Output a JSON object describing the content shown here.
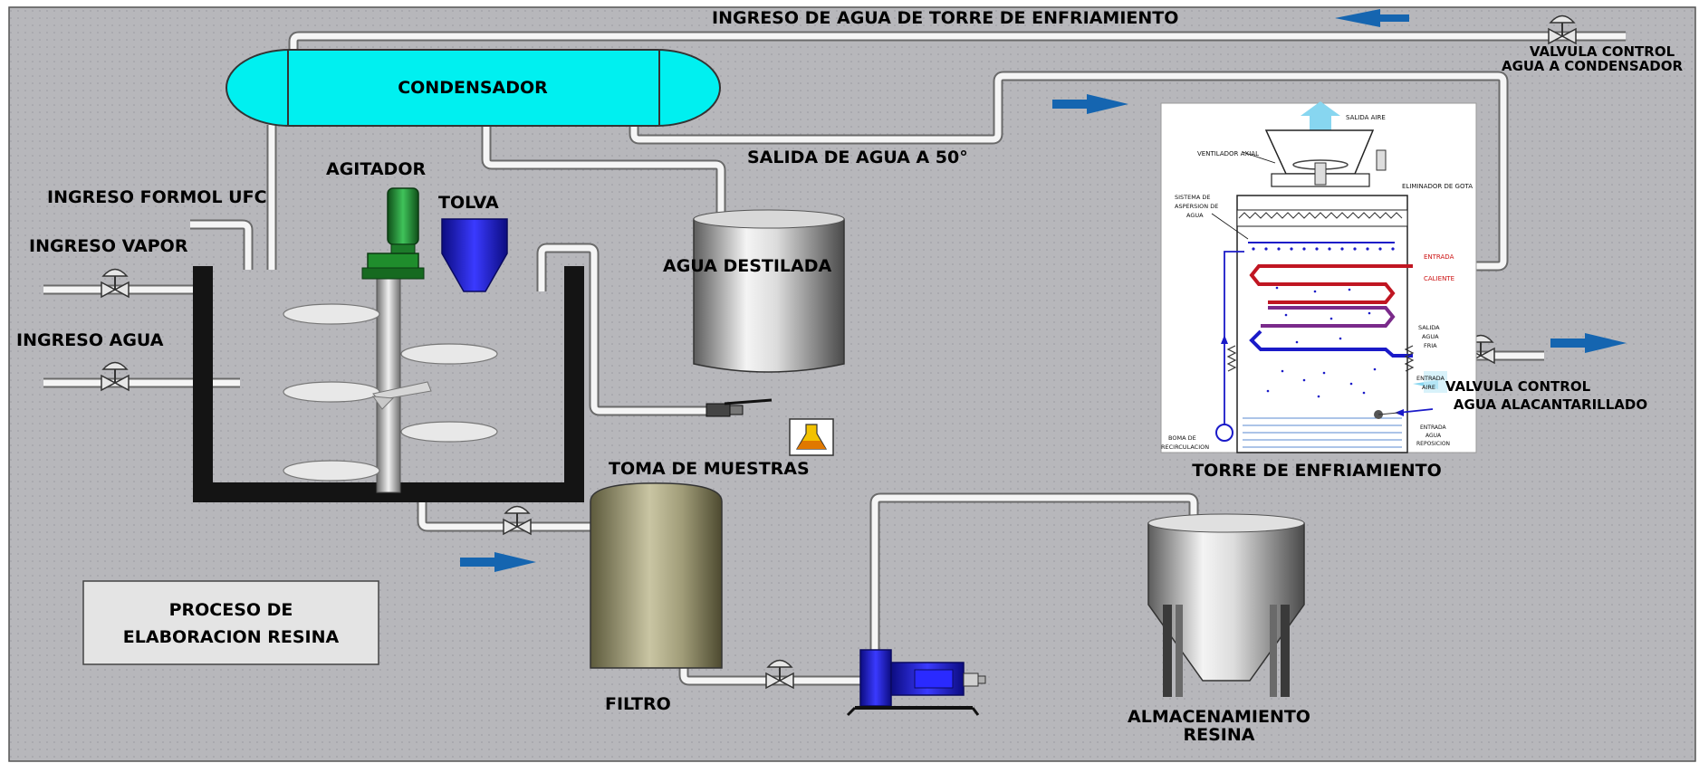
{
  "labels": {
    "cooling_water_inlet": "INGRESO  DE AGUA  DE TORRE DE ENFRIAMIENTO",
    "condenser_valve_line1": "VALVULA CONTROL",
    "condenser_valve_line2": "AGUA A CONDENSADOR",
    "condenser": "CONDENSADOR",
    "water_outlet": "SALIDA DE AGUA A 50°",
    "agitator": "AGITADOR",
    "formol_inlet": "INGRESO FORMOL UFC",
    "hopper": "TOLVA",
    "steam_inlet": "INGRESO VAPOR",
    "water_inlet": "INGRESO AGUA",
    "distilled_water": "AGUA DESTILADA",
    "sampling": "TOMA DE MUESTRAS",
    "filter": "FILTRO",
    "storage_line1": "ALMACENAMIENTO",
    "storage_line2": "RESINA",
    "cooling_tower": "TORRE DE ENFRIAMIENTO",
    "sewer_valve_line1": "VALVULA CONTROL",
    "sewer_valve_line2": "AGUA ALACANTARILLADO",
    "process_title_line1": "PROCESO DE",
    "process_title_line2": "ELABORACION RESINA"
  },
  "tower_labels": {
    "air_outlet": "SALIDA AIRE",
    "fan": "VENTILADOR AXIAL",
    "drift_eliminator": "ELIMINADOR DE GOTA",
    "spray_system_line1": "SISTEMA DE",
    "spray_system_line2": "ASPERSION DE",
    "spray_system_line3": "AGUA",
    "hot_inlet_line1": "ENTRADA",
    "hot_inlet_line2": "CALIENTE",
    "cold_outlet_line1": "SALIDA",
    "cold_outlet_line2": "AGUA",
    "cold_outlet_line3": "FRIA",
    "air_inlet_line1": "ENTRADA",
    "air_inlet_line2": "AIRE",
    "makeup_line1": "ENTRADA",
    "makeup_line2": "AGUA",
    "makeup_line3": "REPOSICION",
    "pump_line1": "BOMA DE",
    "pump_line2": "RECIRCULACION"
  },
  "colors": {
    "background": "#b7b7bb",
    "condenser": "#00f0f0",
    "pipe": "#f5f5f5",
    "reactor_wall": "#141414",
    "flow_arrow": "#1565b0",
    "motor_green": "#1f8d2c",
    "hopper_blue": "#2020c8",
    "pump_blue": "#1616b8",
    "tower_hot_coil": "#c01622",
    "tower_cold_coil": "#1a1ac8",
    "tower_mid_coil": "#7a2a8a",
    "title_box": "#e4e4e4"
  },
  "icons": {
    "sampling_flask": "flask-icon",
    "flow_direction": "arrow-icon"
  }
}
